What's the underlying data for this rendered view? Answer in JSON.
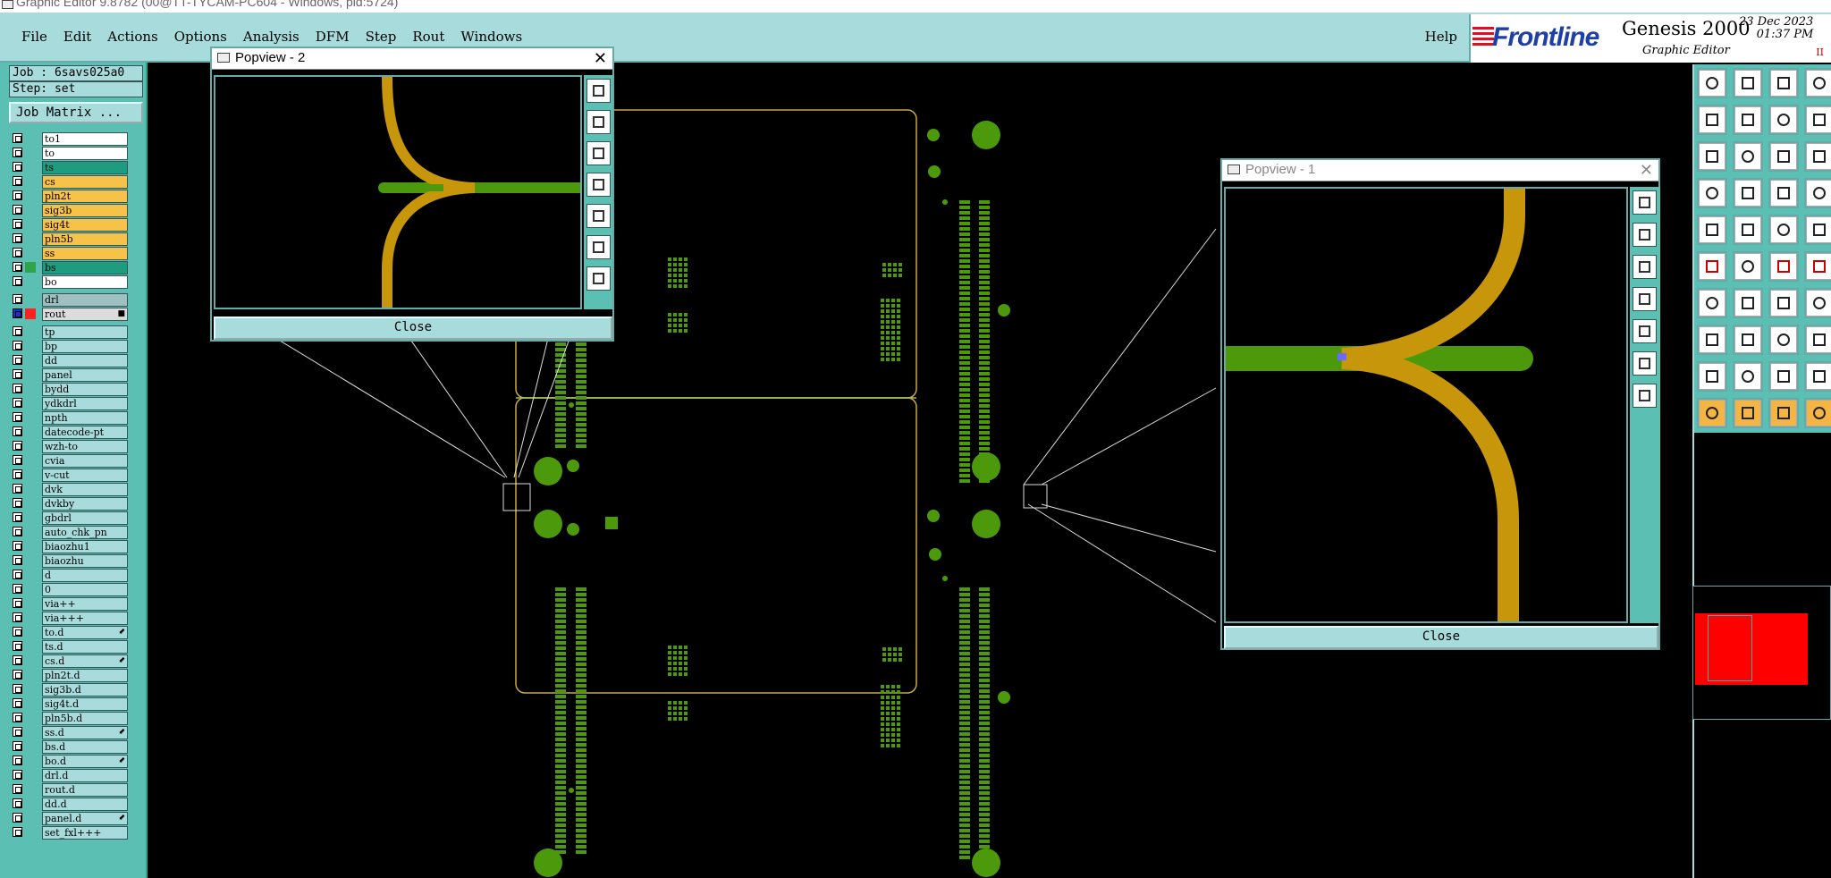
{
  "window": {
    "title": "Graphic Editor 9.8782 (00@TT-TYCAM-PC604 - Windows, pid:5724)"
  },
  "menu": {
    "items": [
      "File",
      "Edit",
      "Actions",
      "Options",
      "Analysis",
      "DFM",
      "Step",
      "Rout",
      "Windows"
    ],
    "help": "Help"
  },
  "brand": {
    "logo": "Frontline",
    "product": "Genesis 2000",
    "subtitle": "Graphic Editor",
    "date": "23 Dec 2023",
    "time": "01:37 PM",
    "pause": "II"
  },
  "job": {
    "name": "Job : 6savs025a0",
    "step": "Step: set",
    "matrix_button": "Job Matrix ..."
  },
  "layers": [
    {
      "name": "to1",
      "color": "#ffffff"
    },
    {
      "name": "to",
      "color": "#ffffff"
    },
    {
      "name": "ts",
      "color": "#1e9c80"
    },
    {
      "name": "cs",
      "color": "#f6c24a"
    },
    {
      "name": "pln2t",
      "color": "#f6c24a"
    },
    {
      "name": "sig3b",
      "color": "#f6c24a"
    },
    {
      "name": "sig4t",
      "color": "#f6c24a"
    },
    {
      "name": "pln5b",
      "color": "#f6c24a"
    },
    {
      "name": "ss",
      "color": "#f6c24a"
    },
    {
      "name": "bs",
      "color": "#1e9c80",
      "swatch": "#2fa54a"
    },
    {
      "name": "bo",
      "color": "#ffffff"
    },
    {
      "name": "drl",
      "color": "#9fbfc0",
      "gap": true
    },
    {
      "name": "rout",
      "color": "#dcdcdc",
      "swatch": "#ff2020",
      "checkfill": "#1133cc",
      "arrow": "■"
    },
    {
      "name": "tp",
      "color": "#a8dcdc",
      "gap": true
    },
    {
      "name": "bp",
      "color": "#a8dcdc"
    },
    {
      "name": "dd",
      "color": "#a8dcdc"
    },
    {
      "name": "panel",
      "color": "#a8dcdc"
    },
    {
      "name": "bydd",
      "color": "#a8dcdc"
    },
    {
      "name": "ydkdrl",
      "color": "#a8dcdc"
    },
    {
      "name": "npth",
      "color": "#a8dcdc"
    },
    {
      "name": "datecode-pt",
      "color": "#a8dcdc"
    },
    {
      "name": "wzh-to",
      "color": "#a8dcdc"
    },
    {
      "name": "cvia",
      "color": "#a8dcdc"
    },
    {
      "name": "v-cut",
      "color": "#a8dcdc"
    },
    {
      "name": "dvk",
      "color": "#a8dcdc"
    },
    {
      "name": "dvkby",
      "color": "#a8dcdc"
    },
    {
      "name": "gbdrl",
      "color": "#a8dcdc"
    },
    {
      "name": "auto_chk_pn",
      "color": "#a8dcdc"
    },
    {
      "name": "biaozhu1",
      "color": "#a8dcdc"
    },
    {
      "name": "biaozhu",
      "color": "#a8dcdc"
    },
    {
      "name": "d",
      "color": "#a8dcdc"
    },
    {
      "name": "0",
      "color": "#a8dcdc"
    },
    {
      "name": "via++",
      "color": "#a8dcdc"
    },
    {
      "name": "via+++",
      "color": "#a8dcdc"
    },
    {
      "name": "to.d",
      "color": "#a8dcdc",
      "arrow": "⬋"
    },
    {
      "name": "ts.d",
      "color": "#a8dcdc"
    },
    {
      "name": "cs.d",
      "color": "#a8dcdc",
      "arrow": "⬋"
    },
    {
      "name": "pln2t.d",
      "color": "#a8dcdc"
    },
    {
      "name": "sig3b.d",
      "color": "#a8dcdc"
    },
    {
      "name": "sig4t.d",
      "color": "#a8dcdc"
    },
    {
      "name": "pln5b.d",
      "color": "#a8dcdc"
    },
    {
      "name": "ss.d",
      "color": "#a8dcdc",
      "arrow": "⬋"
    },
    {
      "name": "bs.d",
      "color": "#a8dcdc"
    },
    {
      "name": "bo.d",
      "color": "#a8dcdc",
      "arrow": "⬋"
    },
    {
      "name": "drl.d",
      "color": "#a8dcdc"
    },
    {
      "name": "rout.d",
      "color": "#a8dcdc"
    },
    {
      "name": "dd.d",
      "color": "#a8dcdc"
    },
    {
      "name": "panel.d",
      "color": "#a8dcdc",
      "arrow": "⬋"
    },
    {
      "name": "set_fxl+++",
      "color": "#a8dcdc"
    }
  ],
  "popview2": {
    "title": "Popview - 2",
    "close": "Close"
  },
  "popview1": {
    "title": "Popview - 1",
    "close": "Close"
  },
  "colors": {
    "trace": "#c8960a",
    "pad": "#4c9a0c",
    "outline": "#c8a84a",
    "accent": "#a8dcdc",
    "panel": "#5cbfb3"
  },
  "toolbar": {
    "icons": [
      "zoom-home-icon",
      "zoom-in-icon",
      "home-icon",
      "layout-icon",
      "zoom-back-icon",
      "zoom-fwd-icon",
      "pan-icon",
      "fit-icon",
      "zoom-fit-icon",
      "zoom-area-icon",
      "scale-icon",
      "help-icon",
      "snap-icon",
      "measure-icon",
      "grid-icon",
      "grid2-icon",
      "pad-icon",
      "line-icon",
      "ruler-icon",
      "circle-icon",
      "node-icon",
      "cross-icon",
      "link-icon",
      "link2-icon",
      "line-draw-icon",
      "diag-icon",
      "arc-icon",
      "text-icon",
      "point-icon",
      "hline-icon",
      "box-icon",
      "shape-icon",
      "tri-icon",
      "tri2-icon",
      "tri3-icon",
      "tri4-icon",
      "pointer-icon",
      "select-icon",
      "select2-icon",
      "route-icon"
    ]
  }
}
